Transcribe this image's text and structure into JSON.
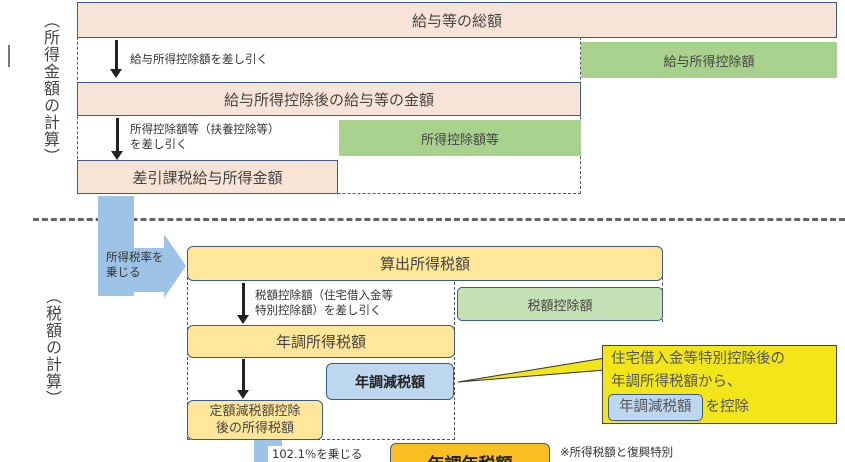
{
  "section_labels": {
    "income": "（所得金額の計算）",
    "tax": "（税額の計算）"
  },
  "income": {
    "total_salary": "給与等の総額",
    "step1_note": "給与所得控除額を差し引く",
    "salary_deduction": "給与所得控除額",
    "after_salary_deduction": "給与所得控除後の給与等の金額",
    "step2_note": [
      "所得控除額等（扶養控除等）",
      "を差し引く"
    ],
    "income_deductions": "所得控除額等",
    "taxable_income": "差引課税給与所得金額"
  },
  "rate_arrow": [
    "所得税率を",
    "乗じる"
  ],
  "tax": {
    "computed_tax": "算出所得税額",
    "step3_note": [
      "税額控除額（住宅借入金等",
      "特別控除額）を差し引く"
    ],
    "tax_credit": "税額控除額",
    "annual_tax": "年調所得税額",
    "annual_reduction": "年調減税額",
    "after_fixed_reduction": [
      "定額減税額控除",
      "後の所得税額"
    ],
    "multiply_note": "102.1％を乗じる",
    "annual_final_tax": "年調年税額",
    "footnote": "※所得税額と復興特別"
  },
  "callout": {
    "line1": "住宅借入金等特別控除後の",
    "line2": "年調所得税額から、",
    "chip": "年調減税額",
    "suffix": "を控除"
  }
}
